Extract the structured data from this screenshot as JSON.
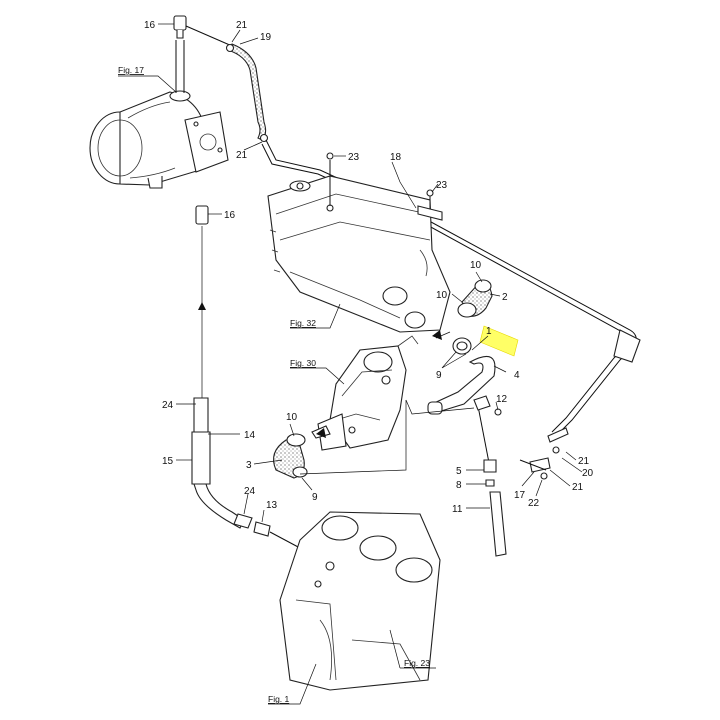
{
  "diagram": {
    "highlight_color": "#ffff66",
    "callouts": [
      {
        "id": "c16a",
        "text": "16"
      },
      {
        "id": "c21a",
        "text": "21"
      },
      {
        "id": "c19",
        "text": "19"
      },
      {
        "id": "c21b",
        "text": "21"
      },
      {
        "id": "c23a",
        "text": "23"
      },
      {
        "id": "c18",
        "text": "18"
      },
      {
        "id": "c23b",
        "text": "23"
      },
      {
        "id": "c16b",
        "text": "16"
      },
      {
        "id": "c10a",
        "text": "10"
      },
      {
        "id": "c10b",
        "text": "10"
      },
      {
        "id": "c2",
        "text": "2"
      },
      {
        "id": "c1",
        "text": "1"
      },
      {
        "id": "c9a",
        "text": "9"
      },
      {
        "id": "c4",
        "text": "4"
      },
      {
        "id": "c12",
        "text": "12"
      },
      {
        "id": "c24a",
        "text": "24"
      },
      {
        "id": "c14",
        "text": "14"
      },
      {
        "id": "c10c",
        "text": "10"
      },
      {
        "id": "c15",
        "text": "15"
      },
      {
        "id": "c3",
        "text": "3"
      },
      {
        "id": "c9b",
        "text": "9"
      },
      {
        "id": "c5",
        "text": "5"
      },
      {
        "id": "c8",
        "text": "8"
      },
      {
        "id": "c11",
        "text": "11"
      },
      {
        "id": "c21c",
        "text": "21"
      },
      {
        "id": "c20",
        "text": "20"
      },
      {
        "id": "c21d",
        "text": "21"
      },
      {
        "id": "c17",
        "text": "17"
      },
      {
        "id": "c22",
        "text": "22"
      },
      {
        "id": "c24b",
        "text": "24"
      },
      {
        "id": "c13",
        "text": "13"
      }
    ],
    "figure_refs": [
      {
        "id": "f17",
        "text": "Fig. 17"
      },
      {
        "id": "f32",
        "text": "Fig. 32"
      },
      {
        "id": "f30",
        "text": "Fig. 30"
      },
      {
        "id": "f23",
        "text": "Fig. 23"
      },
      {
        "id": "f1",
        "text": "Fig. 1"
      }
    ]
  }
}
